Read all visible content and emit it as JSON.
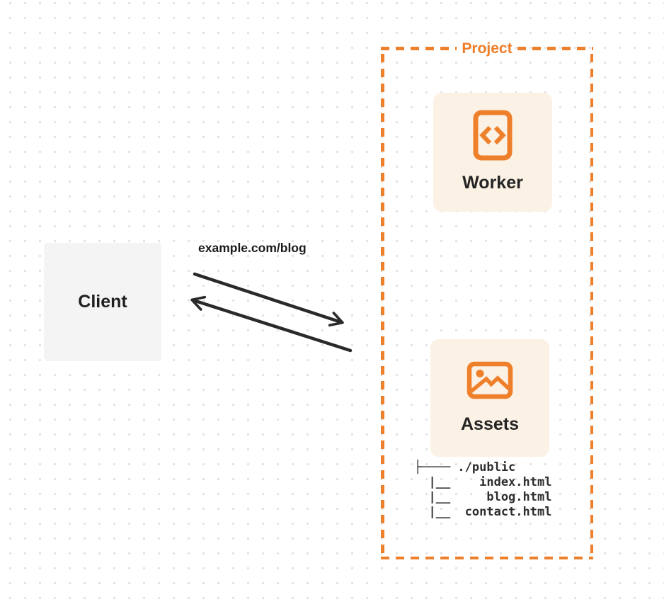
{
  "palette": {
    "orange": "#EF802B",
    "card_background": "#FBF1E4",
    "client_background": "#F4F4F5",
    "arrow_ink": "#2A2A2A",
    "text_ink": "#1F1F1F",
    "dot_grid": "#E2E2E2"
  },
  "client_node": {
    "label": "Client"
  },
  "request": {
    "label": "example.com/blog",
    "direction": "bidirectional"
  },
  "project_group": {
    "label": "Project",
    "nodes": [
      {
        "id": "worker",
        "label": "Worker",
        "icon": "code-file-icon"
      },
      {
        "id": "assets",
        "label": "Assets",
        "icon": "image-icon"
      }
    ],
    "assets_file_tree": "├──── ./public\n  |__    index.html\n  |__     blog.html\n  |__  contact.html"
  }
}
